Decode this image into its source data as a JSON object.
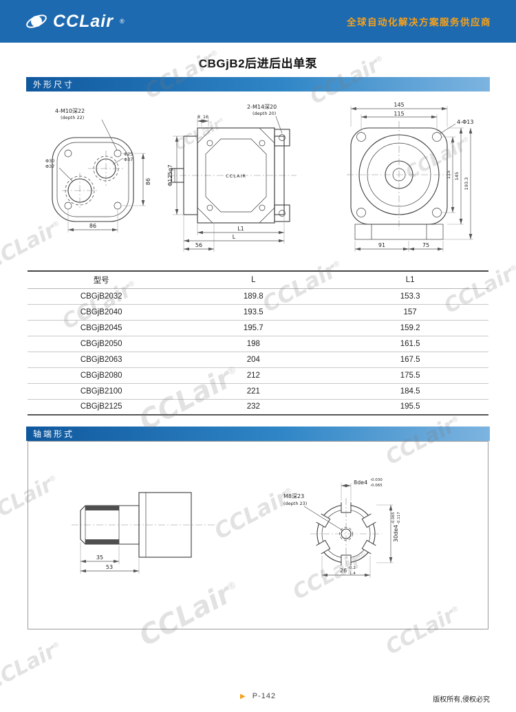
{
  "colors": {
    "header_blue": "#1e6ab0",
    "section_bar_blue": "#1b76bd",
    "accent_orange": "#f7a11a"
  },
  "header": {
    "logo_text": "CCLair",
    "logo_reg": "®",
    "tagline": "全球自动化解决方案服务供应商"
  },
  "page_title": "CBGjB2后进后出单泵",
  "section_dimensions": {
    "title": "外形尺寸"
  },
  "section_shaft": {
    "title": "轴端形式"
  },
  "drawings": {
    "rear_view": {
      "bolt_note": "4-M10深22",
      "bolt_note_sub": "(depth 22)",
      "dia_30": "Φ30",
      "dia_37a": "Φ37",
      "dia_25": "Φ25",
      "dia_37b": "Φ37",
      "dim_width": "86",
      "dim_height": "86"
    },
    "side_view": {
      "dim_8": "8",
      "dim_16": "16",
      "port_note": "2-M14深20",
      "port_note_sub": "(depth 20)",
      "shaft_dia": "Φ125g7",
      "brand": "CCLAIR",
      "dim_56": "56",
      "dim_l1": "L1",
      "dim_l": "L"
    },
    "front_view": {
      "dim_145_top": "145",
      "dim_115_top": "115",
      "bolt_note": "4-Φ13",
      "dim_115_right": "115",
      "dim_145_right": "145",
      "dim_193": "193.3",
      "dim_91": "91",
      "dim_75": "75"
    },
    "shaft_side": {
      "dim_35": "35",
      "dim_53": "53"
    },
    "shaft_end": {
      "thread_note": "M8深23",
      "thread_note_sub": "(depth 23)",
      "spline_width": "8de4",
      "spline_width_tol_u": "-0.030",
      "spline_width_tol_l": "-0.065",
      "spline_od": "30de4",
      "spline_od_tol_u": "-0.065",
      "spline_od_tol_l": "-0.117",
      "spline_id": "26",
      "spline_id_tol_u": "-0.2",
      "spline_id_tol_l": "-1.4"
    }
  },
  "table": {
    "headers": [
      "型号",
      "L",
      "L1"
    ],
    "rows": [
      [
        "CBGjB2032",
        "189.8",
        "153.3"
      ],
      [
        "CBGjB2040",
        "193.5",
        "157"
      ],
      [
        "CBGjB2045",
        "195.7",
        "159.2"
      ],
      [
        "CBGjB2050",
        "198",
        "161.5"
      ],
      [
        "CBGjB2063",
        "204",
        "167.5"
      ],
      [
        "CBGjB2080",
        "212",
        "175.5"
      ],
      [
        "CBGjB2100",
        "221",
        "184.5"
      ],
      [
        "CBGjB2125",
        "232",
        "195.5"
      ]
    ]
  },
  "watermark": {
    "text": "CCLair",
    "reg": "®"
  },
  "footer": {
    "marker_icon": "▶",
    "page": "P-142",
    "copyright": "版权所有,侵权必究"
  }
}
